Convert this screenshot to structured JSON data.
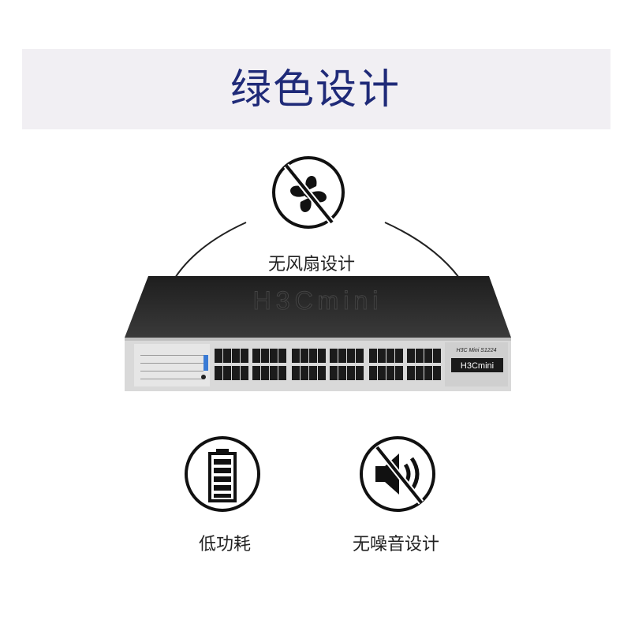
{
  "banner": {
    "title": "绿色设计"
  },
  "features": {
    "fanless": {
      "label": "无风扇设计",
      "icon": "no-fan-icon"
    },
    "low_power": {
      "label": "低功耗",
      "icon": "battery-full-icon"
    },
    "silent": {
      "label": "无噪音设计",
      "icon": "muted-speaker-icon"
    }
  },
  "product": {
    "model_label": "H3C Mini S1224",
    "brand_logo": "H3Cmini",
    "image": "network-switch-24-port"
  },
  "colors": {
    "title": "#1f2a78",
    "banner_bg": "#f1eff3",
    "switch_body": "#2b2b2b",
    "icon_stroke": "#111111"
  }
}
